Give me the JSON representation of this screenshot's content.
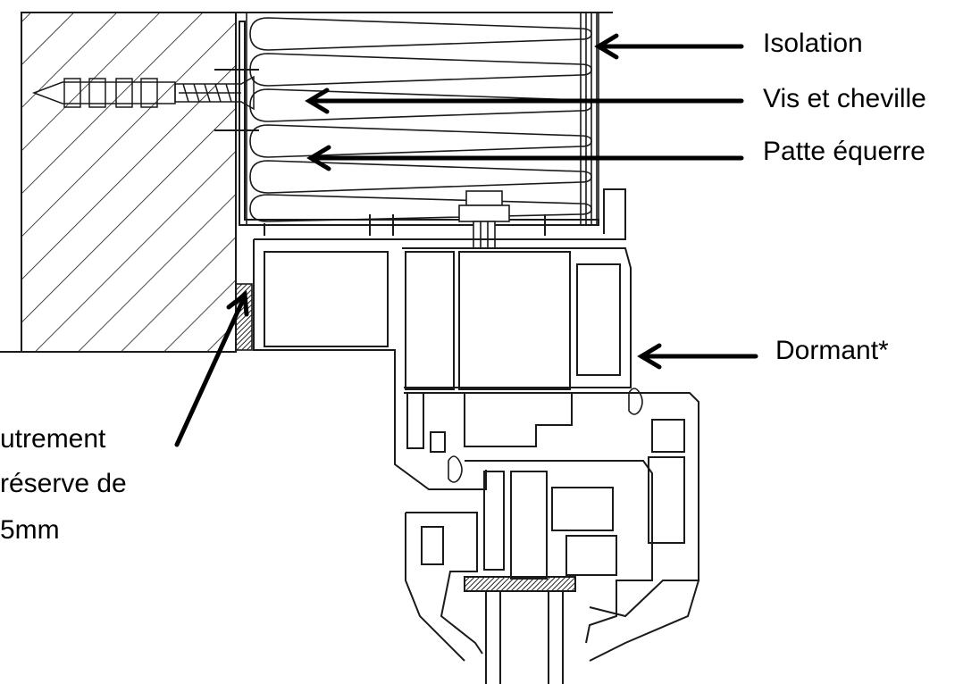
{
  "labels": {
    "isolation": "Isolation",
    "vis": "Vis et cheville",
    "patte": "Patte équerre",
    "dormant": "Dormant*",
    "calfeutrement_1": "utrement",
    "calfeutrement_2": "réserve de",
    "calfeutrement_3": "5mm"
  },
  "colors": {
    "line": "#1a1a1a",
    "arrow": "#000000",
    "background": "#ffffff"
  }
}
